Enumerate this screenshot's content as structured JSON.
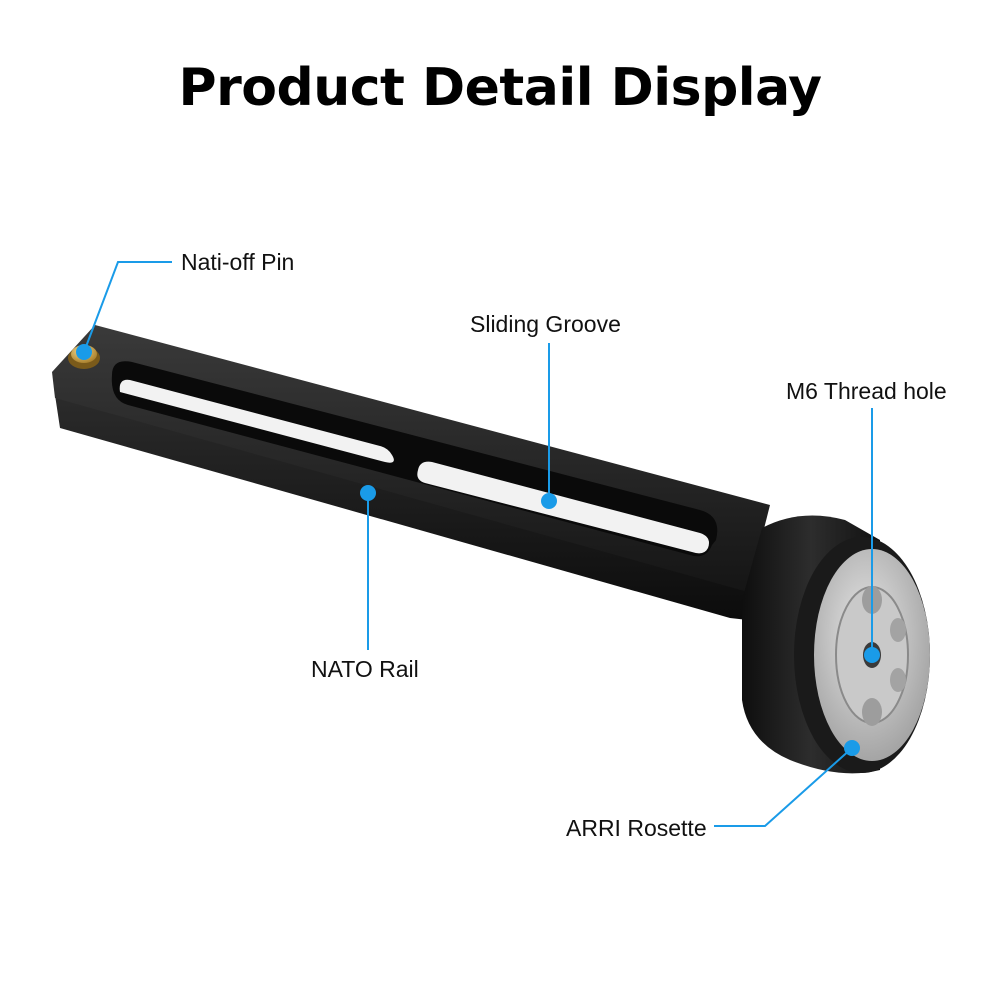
{
  "title": "Product Detail Display",
  "callouts": {
    "nati_off_pin": "Nati-off Pin",
    "sliding_groove": "Sliding Groove",
    "m6_thread_hole": "M6 Thread hole",
    "nato_rail": "NATO Rail",
    "arri_rosette": "ARRI Rosette"
  },
  "colors": {
    "callout_line": "#1a9be8",
    "dot": "#1a9be8",
    "product_body": "#1c1c1c",
    "pin": "#c9a24a",
    "rosette": "#bdbdbd"
  }
}
